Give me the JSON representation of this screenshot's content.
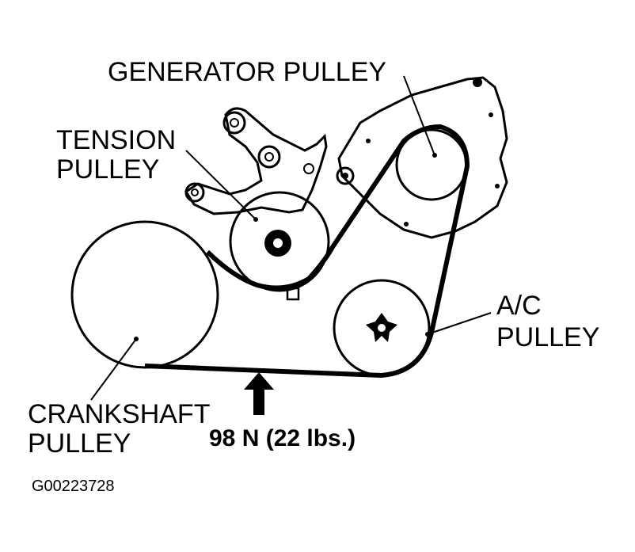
{
  "labels": {
    "generator_pulley": "GENERATOR PULLEY",
    "tension_pulley_line1": "TENSION",
    "tension_pulley_line2": "PULLEY",
    "ac_pulley_line1": "A/C",
    "ac_pulley_line2": "PULLEY",
    "crankshaft_pulley_line1": "CRANKSHAFT",
    "crankshaft_pulley_line2": "PULLEY",
    "force": "98 N (22 lbs.)",
    "figure_id": "G00223728"
  }
}
